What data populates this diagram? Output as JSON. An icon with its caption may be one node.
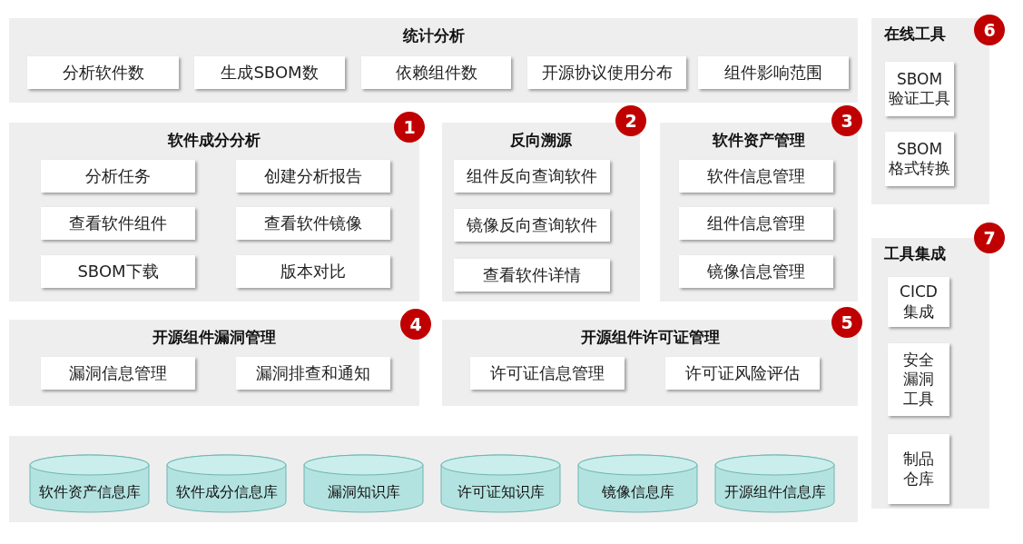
{
  "diagram": {
    "nodes": [
      {
        "text": [
          "统计分析"
        ]
      },
      {
        "text": [
          "分析软件数"
        ],
        "in": 0
      },
      {
        "text": [
          "生成SBOM数"
        ],
        "in": 0
      },
      {
        "text": [
          "依赖组件数"
        ],
        "in": 0
      },
      {
        "text": [
          "开源协议使用分布"
        ],
        "in": 0
      },
      {
        "text": [
          "组件影响范围"
        ],
        "in": 0
      },
      {
        "text": [
          "软件成分分析"
        ],
        "beside": [
          "1"
        ]
      },
      {
        "text": [
          "分析任务"
        ],
        "in": 6
      },
      {
        "text": [
          "创建分析报告"
        ],
        "in": 6
      },
      {
        "text": [
          "查看软件组件"
        ],
        "in": 6
      },
      {
        "text": [
          "查看软件镜像"
        ],
        "in": 6
      },
      {
        "text": [
          "SBOM下载"
        ],
        "in": 6
      },
      {
        "text": [
          "版本对比"
        ],
        "in": 6
      },
      {
        "text": [
          "反向溯源"
        ],
        "beside": [
          "2"
        ]
      },
      {
        "text": [
          "组件反向查询软件"
        ],
        "in": 13
      },
      {
        "text": [
          "镜像反向查询软件"
        ],
        "in": 13
      },
      {
        "text": [
          "查看软件详情"
        ],
        "in": 13
      },
      {
        "text": [
          "软件资产管理"
        ],
        "beside": [
          "3"
        ]
      },
      {
        "text": [
          "软件信息管理"
        ],
        "in": 17
      },
      {
        "text": [
          "组件信息管理"
        ],
        "in": 17
      },
      {
        "text": [
          "镜像信息管理"
        ],
        "in": 17
      },
      {
        "text": [
          "开源组件漏洞管理"
        ],
        "beside": [
          "4"
        ]
      },
      {
        "text": [
          "漏洞信息管理"
        ],
        "in": 21
      },
      {
        "text": [
          "漏洞排查和通知"
        ],
        "in": 21
      },
      {
        "text": [
          "开源组件许可证管理"
        ],
        "beside": [
          "5"
        ]
      },
      {
        "text": [
          "许可证信息管理"
        ],
        "in": 24
      },
      {
        "text": [
          "许可证风险评估"
        ],
        "in": 24
      },
      {
        "text": [],
        "shape": "box"
      },
      {
        "text": [
          "软件资产信息库"
        ],
        "in": 27
      },
      {
        "text": [
          "软件成分信息库"
        ],
        "in": 27
      },
      {
        "text": [
          "漏洞知识库"
        ],
        "in": 27
      },
      {
        "text": [
          "许可证知识库"
        ],
        "in": 27
      },
      {
        "text": [
          "镜像信息库"
        ],
        "in": 27
      },
      {
        "text": [
          "开源组件信息库"
        ],
        "in": 27
      },
      {
        "text": [
          "在线工具"
        ],
        "beside": [
          "6"
        ]
      },
      {
        "text": [
          "SBOM 验证工具"
        ],
        "in": 34
      },
      {
        "text": [
          "SBOM 格式转换"
        ],
        "in": 34
      },
      {
        "text": [
          "工具集成"
        ],
        "beside": [
          "7"
        ]
      },
      {
        "text": [
          "CICD 集成"
        ],
        "in": 37
      },
      {
        "text": [
          "安全漏洞工具"
        ],
        "in": 37
      },
      {
        "text": [
          "制品仓库"
        ],
        "in": 37
      }
    ]
  }
}
